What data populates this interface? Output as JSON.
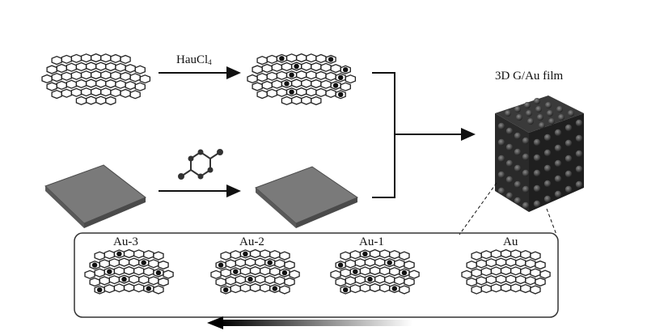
{
  "reagent": {
    "text": "HauCl",
    "sub": "4"
  },
  "product_label": "3D G/Au film",
  "samples": [
    "Au-3",
    "Au-2",
    "Au-1",
    "Au"
  ],
  "colors": {
    "line": "#111111",
    "sheet": "#7a7a7a",
    "sheet_edge": "#4a4a4a",
    "cube": "#2a2a2a",
    "gradient_dark": "#000000",
    "gradient_light": "#ffffff"
  }
}
